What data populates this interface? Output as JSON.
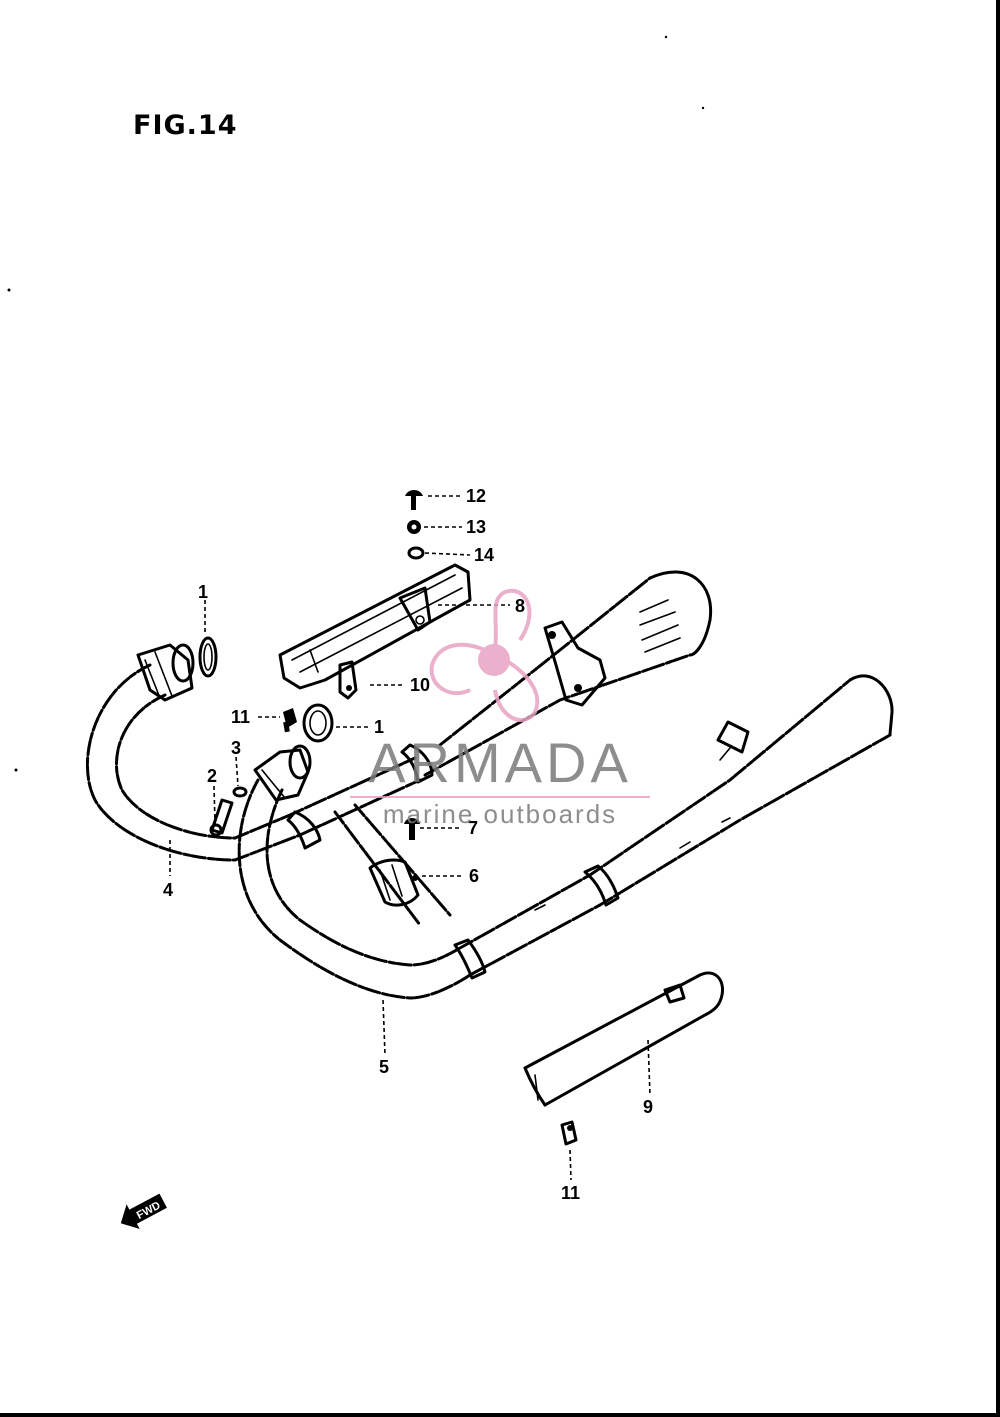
{
  "figure": {
    "title": "FIG.14"
  },
  "callouts": [
    {
      "id": "c1a",
      "label": "1"
    },
    {
      "id": "c1b",
      "label": "1"
    },
    {
      "id": "c2",
      "label": "2"
    },
    {
      "id": "c3",
      "label": "3"
    },
    {
      "id": "c4",
      "label": "4"
    },
    {
      "id": "c5",
      "label": "5"
    },
    {
      "id": "c6",
      "label": "6"
    },
    {
      "id": "c7",
      "label": "7"
    },
    {
      "id": "c8",
      "label": "8"
    },
    {
      "id": "c9",
      "label": "9"
    },
    {
      "id": "c10",
      "label": "10"
    },
    {
      "id": "c11a",
      "label": "11"
    },
    {
      "id": "c11b",
      "label": "11"
    },
    {
      "id": "c12",
      "label": "12"
    },
    {
      "id": "c13",
      "label": "13"
    },
    {
      "id": "c14",
      "label": "14"
    }
  ],
  "direction_marker": {
    "label": "FWD"
  },
  "watermark": {
    "brand": "ARMADA",
    "tagline": "marine outboards",
    "color": "#e7a3c4"
  }
}
